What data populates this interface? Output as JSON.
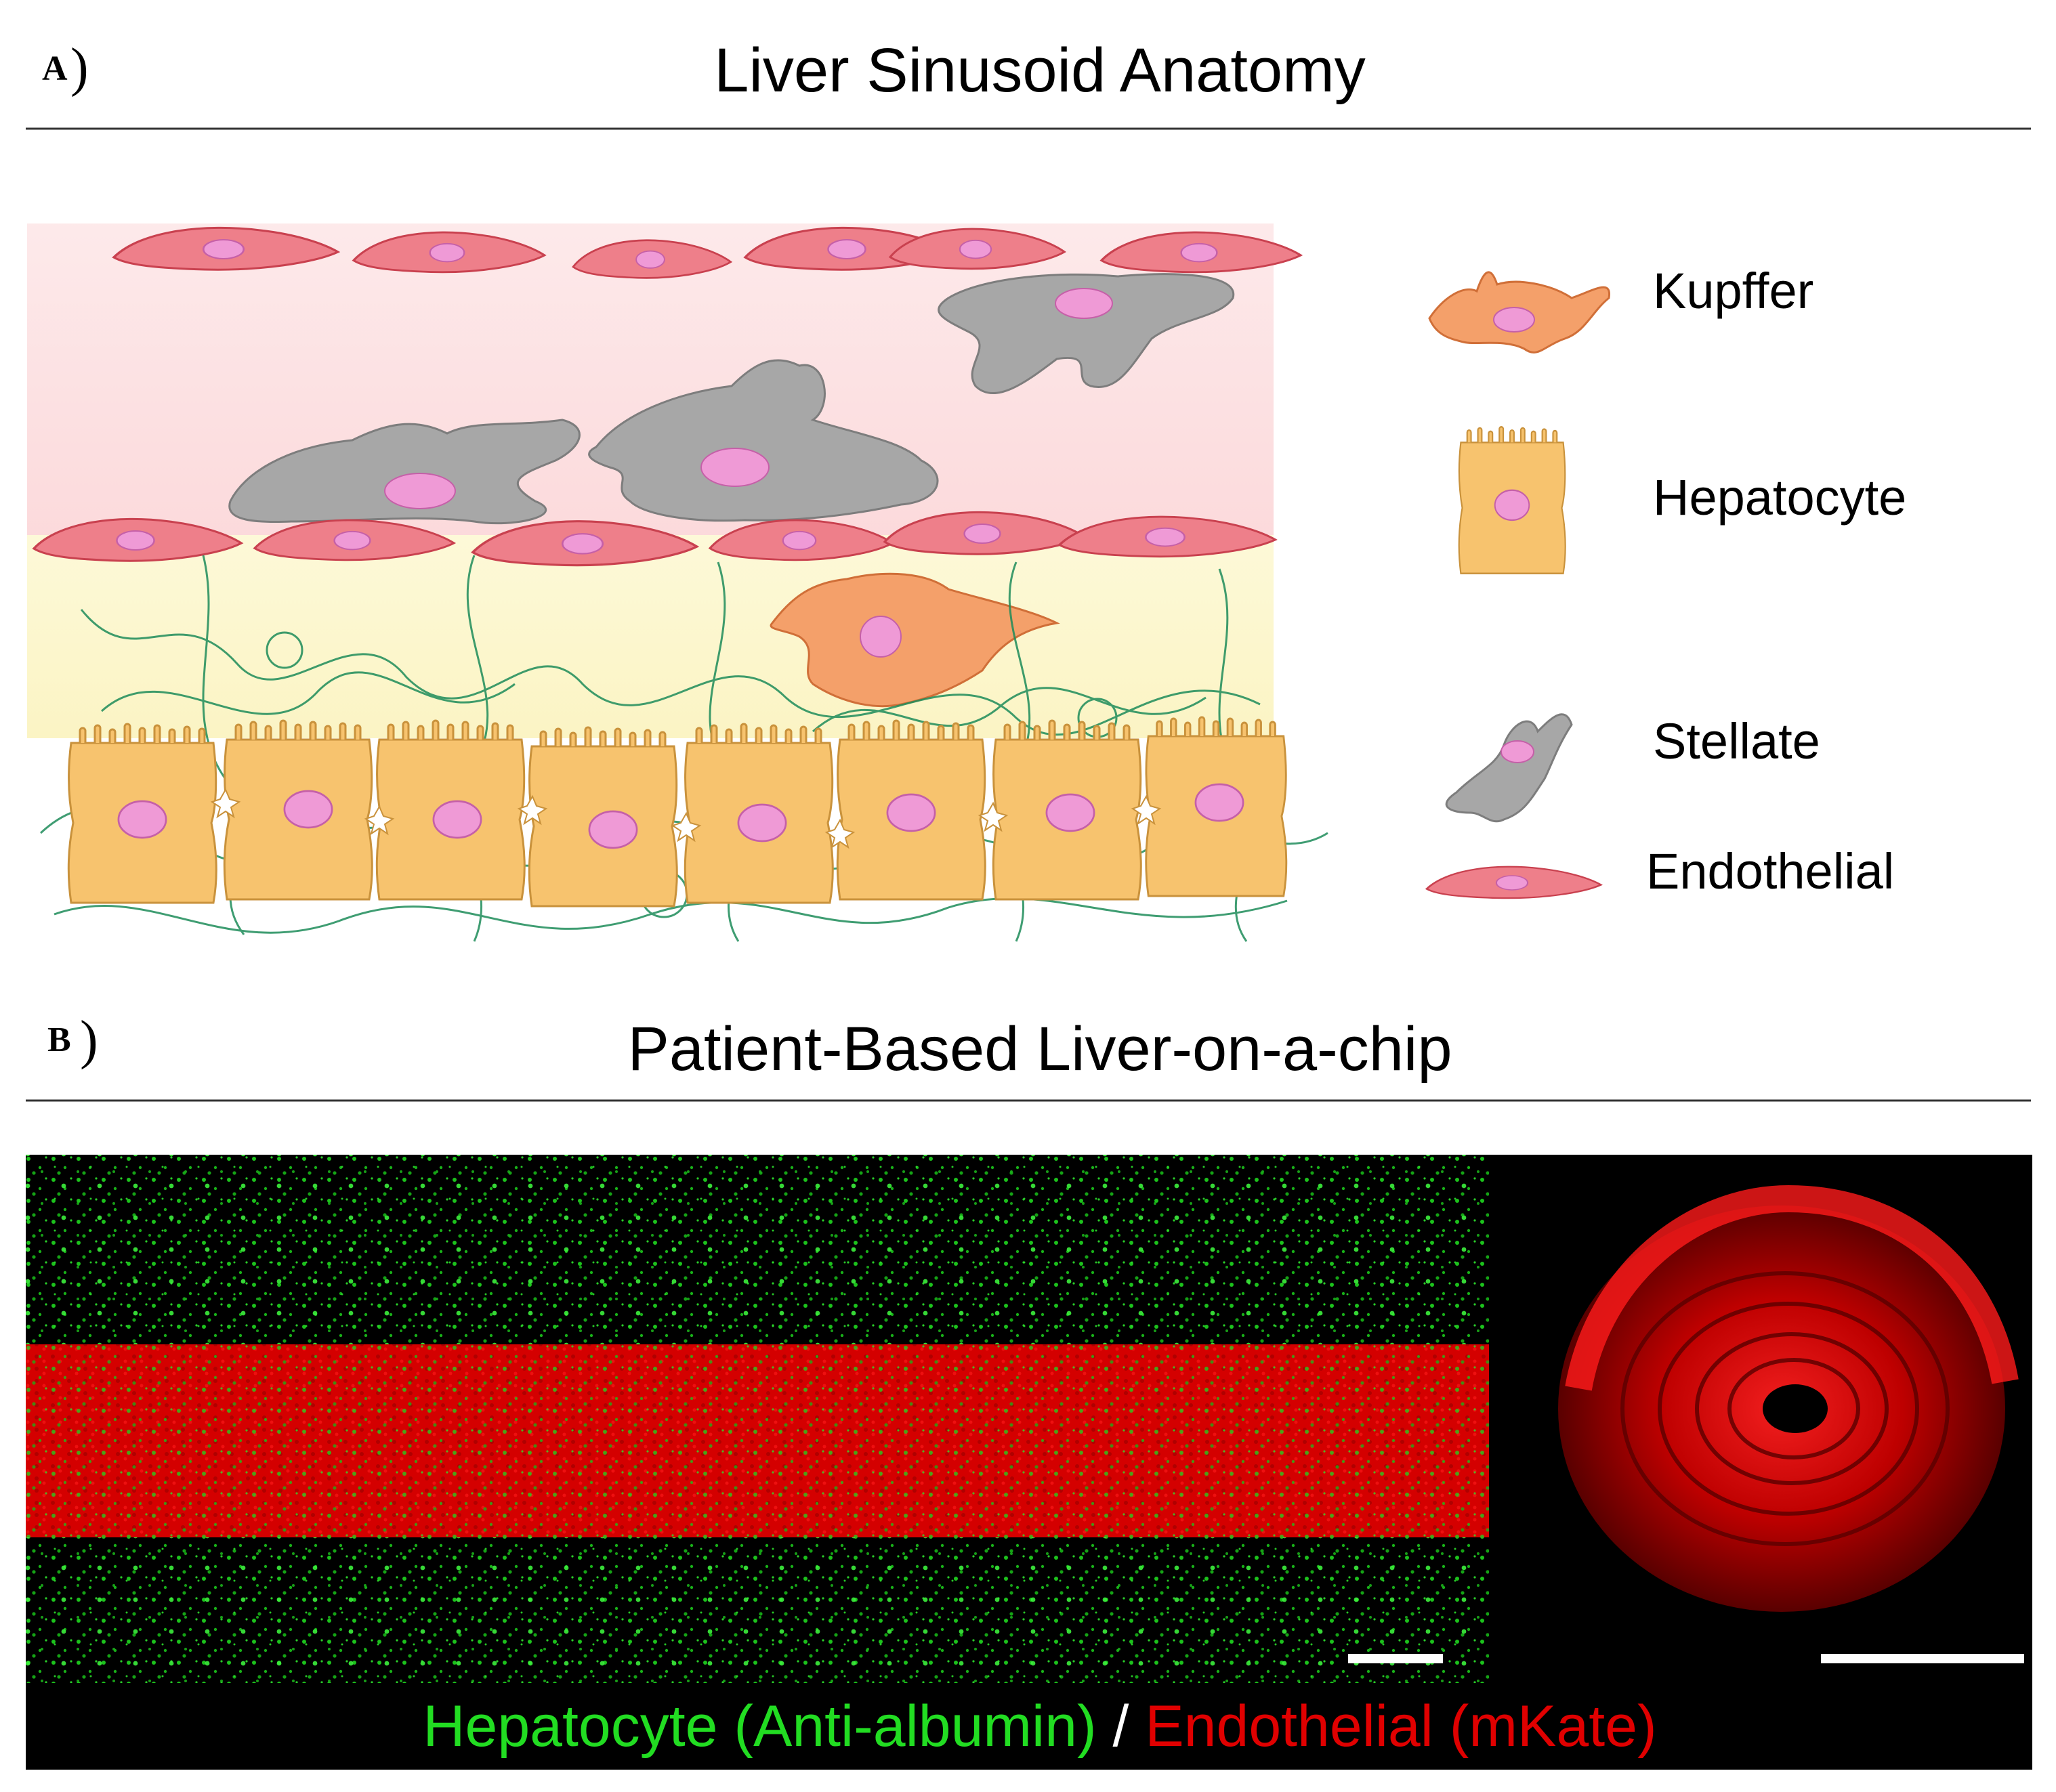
{
  "panel_a": {
    "letter": "A",
    "paren": ")",
    "title": "Liver Sinusoid Anatomy",
    "legend": [
      {
        "key": "kupffer",
        "label": "Kupffer",
        "icon": "kupffer-cell-icon",
        "color": "#f4a06a"
      },
      {
        "key": "hepatocyte",
        "label": "Hepatocyte",
        "icon": "hepatocyte-cell-icon",
        "color": "#f7c36e"
      },
      {
        "key": "stellate",
        "label": "Stellate",
        "icon": "stellate-cell-icon",
        "color": "#a7a7a7"
      },
      {
        "key": "endothelial",
        "label": "Endothelial",
        "icon": "endothelial-cell-icon",
        "color": "#ee7f8a"
      }
    ],
    "colors": {
      "nucleus": "#ef9ad6",
      "ecm_fiber": "#1e8c5a",
      "lumen_tint": "#fbe3e4",
      "space_of_disse_tint": "#fbf7d0"
    }
  },
  "panel_b": {
    "letter": "B",
    "paren": ")",
    "title": "Patient-Based Liver-on-a-chip",
    "caption": {
      "green_text": "Hepatocyte (Anti-albumin)",
      "separator": " / ",
      "red_text": "Endothelial (mKate)"
    },
    "colors": {
      "green_channel": "#22dd22",
      "red_channel": "#e00000",
      "background": "#000000"
    }
  }
}
